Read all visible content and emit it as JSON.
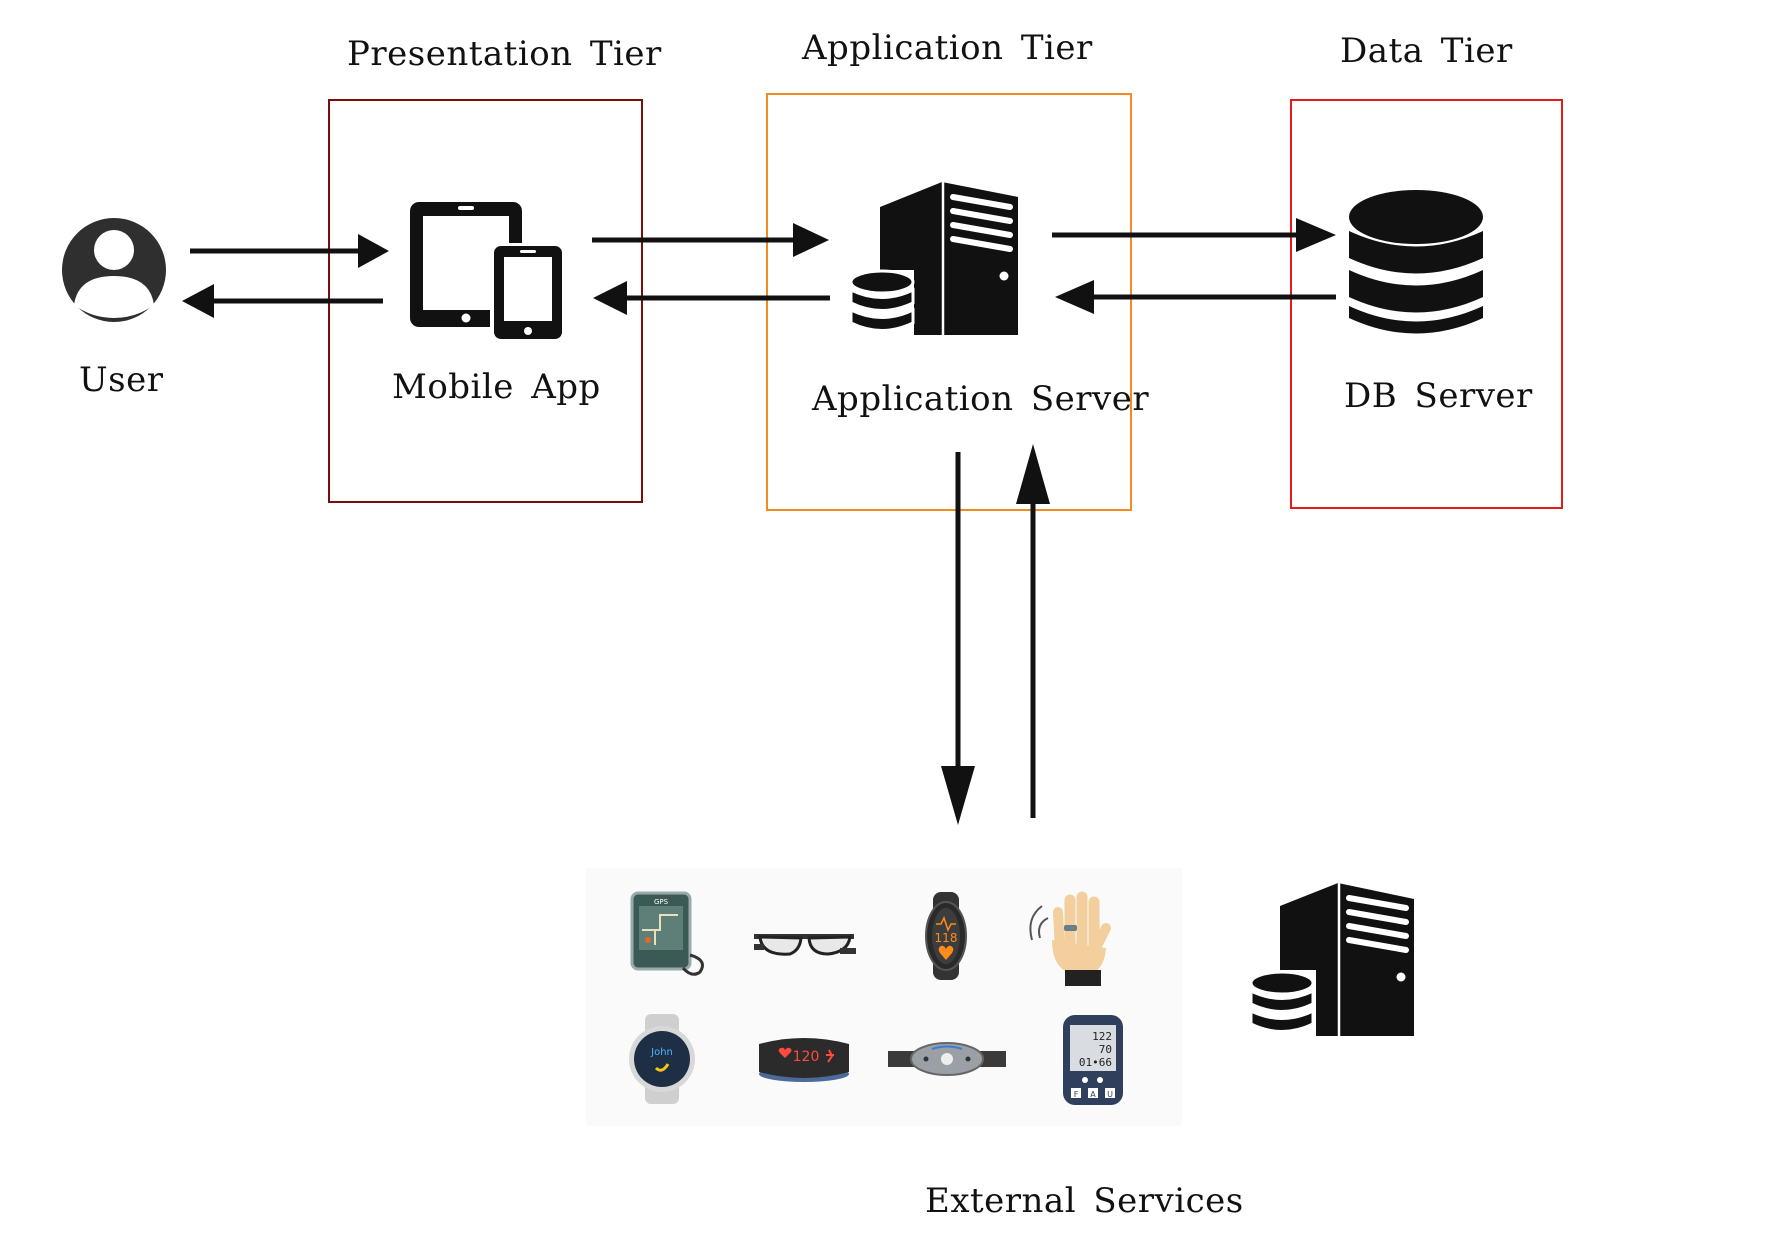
{
  "tiers": {
    "presentation": {
      "title": "Presentation  Tier",
      "color": "#7a0c0c"
    },
    "application": {
      "title": "Application  Tier",
      "color": "#f28c1e"
    },
    "data": {
      "title": "Data  Tier",
      "color": "#e51b1b"
    }
  },
  "nodes": {
    "user": "User",
    "mobile_app": "Mobile  App",
    "app_server": "Application  Server",
    "db_server": "DB  Server",
    "external_services": "External  Services"
  },
  "devices": {
    "gps_label": "GPS",
    "watch_name": "John",
    "band_hr": "118",
    "fitband_readout": "120",
    "bp_values": [
      "122",
      "70",
      "01•66"
    ],
    "bp_buttons": [
      "F",
      "A",
      "U"
    ]
  },
  "icons": [
    "user-icon",
    "mobile-devices-icon",
    "app-server-icon",
    "database-icon",
    "wearable-devices-icon",
    "external-server-icon"
  ]
}
